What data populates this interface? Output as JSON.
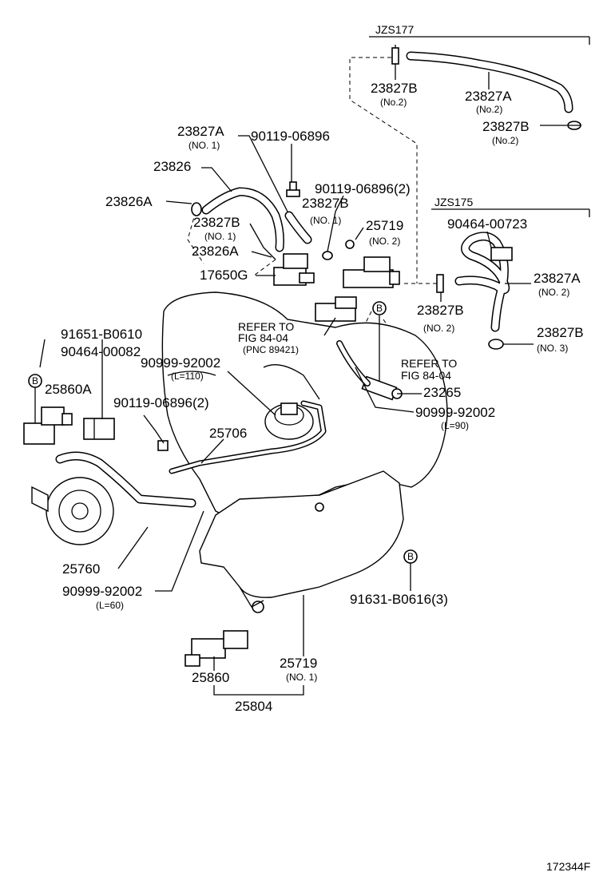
{
  "groups": {
    "jzs177": "JZS177",
    "jzs175": "JZS175"
  },
  "labels": {
    "p23827b_no2_top": "23827B",
    "p23827b_no2_top_sub": "(No.2)",
    "p23827a_no2_top": "23827A",
    "p23827a_no2_top_sub": "(No.2)",
    "p23827b_no2_top_r": "23827B",
    "p23827b_no2_top_r_sub": "(No.2)",
    "p23827a_no1": "23827A",
    "p23827a_no1_sub": "(NO. 1)",
    "p90119_06896_a": "90119-06896",
    "p23826": "23826",
    "p90119_06896_2a": "90119-06896(2)",
    "p23826a_a": "23826A",
    "p23827b_no1_a": "23827B",
    "p23827b_no1_a_sub": "(NO. 1)",
    "p23827b_no1_b": "23827B",
    "p23827b_no1_b_sub": "(NO. 1)",
    "p25719_no2": "25719",
    "p25719_no2_sub": "(NO. 2)",
    "p23826a_b": "23826A",
    "p17650g": "17650G",
    "p90464_00723": "90464-00723",
    "p23827a_no2": "23827A",
    "p23827a_no2_sub": "(NO. 2)",
    "p23827b_no2_mid": "23827B",
    "p23827b_no2_mid_sub": "(NO. 2)",
    "refer1_a": "REFER TO",
    "refer1_b": "FIG 84-04",
    "refer1_c": "(PNC 89421)",
    "p23827b_no3": "23827B",
    "p23827b_no3_sub": "(NO. 3)",
    "p91651": "91651-B0610",
    "p90464_00082": "90464-00082",
    "p90999_a": "90999-92002",
    "p90999_a_sub": "(L=110)",
    "refer2_a": "REFER TO",
    "refer2_b": "FIG 84-04",
    "p25860a": "25860A",
    "p23265": "23265",
    "p90119_06896_2b": "90119-06896(2)",
    "p90999_b": "90999-92002",
    "p90999_b_sub": "(L=90)",
    "p25706": "25706",
    "p25760": "25760",
    "p90999_c": "90999-92002",
    "p90999_c_sub": "(L=60)",
    "p91631": "91631-B0616(3)",
    "p25719_no1": "25719",
    "p25719_no1_sub": "(NO. 1)",
    "p25860": "25860",
    "p25804": "25804",
    "b_marker_1": "B",
    "b_marker_2": "B",
    "b_marker_3": "B",
    "figure_id": "172344F"
  }
}
